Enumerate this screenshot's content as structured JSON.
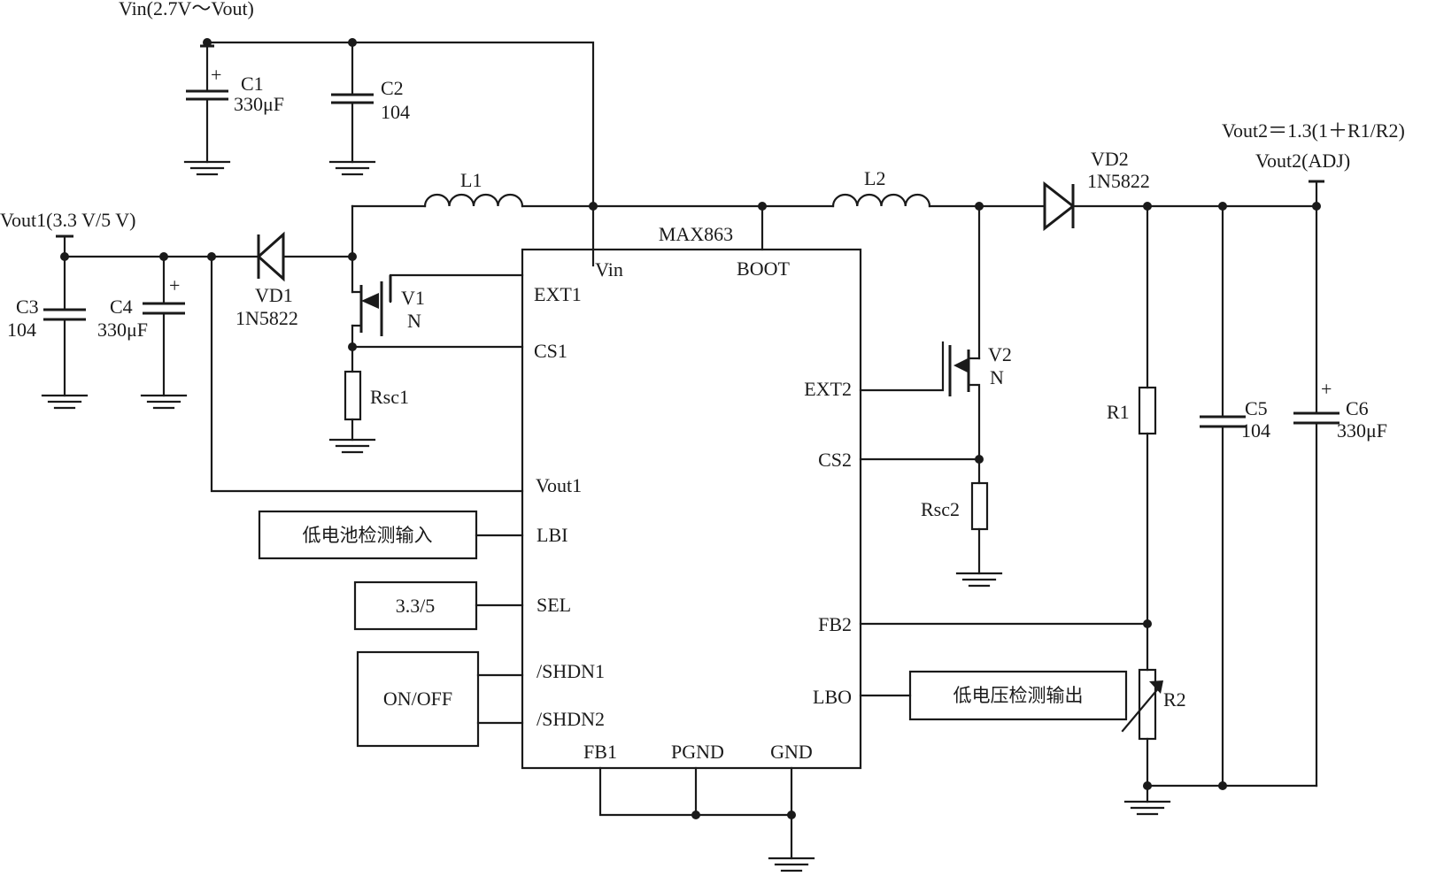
{
  "ic": {
    "name": "MAX863",
    "pins": {
      "vin": "Vin",
      "boot": "BOOT",
      "ext1": "EXT1",
      "cs1": "CS1",
      "vout1": "Vout1",
      "lbi": "LBI",
      "sel": "SEL",
      "shdn1": "/SHDN1",
      "shdn2": "/SHDN2",
      "fb1": "FB1",
      "pgnd": "PGND",
      "gnd": "GND",
      "ext2": "EXT2",
      "cs2": "CS2",
      "fb2": "FB2",
      "lbo": "LBO"
    }
  },
  "labels": {
    "vin": "Vin(2.7V～Vout)",
    "vout1": "Vout1(3.3 V/5 V)",
    "vout2_formula": "Vout2＝1.3(1＋R1/R2)",
    "vout2": "Vout2(ADJ)",
    "plus": "+"
  },
  "components": {
    "c1": {
      "name": "C1",
      "value": "330μF"
    },
    "c2": {
      "name": "C2",
      "value": "104"
    },
    "c3": {
      "name": "C3",
      "value": "104"
    },
    "c4": {
      "name": "C4",
      "value": "330μF"
    },
    "c5": {
      "name": "C5",
      "value": "104"
    },
    "c6": {
      "name": "C6",
      "value": "330μF"
    },
    "l1": {
      "name": "L1"
    },
    "l2": {
      "name": "L2"
    },
    "vd1": {
      "name": "VD1",
      "value": "1N5822"
    },
    "vd2": {
      "name": "VD2",
      "value": "1N5822"
    },
    "v1": {
      "name": "V1",
      "type": "N"
    },
    "v2": {
      "name": "V2",
      "type": "N"
    },
    "rsc1": {
      "name": "Rsc1"
    },
    "rsc2": {
      "name": "Rsc2"
    },
    "r1": {
      "name": "R1"
    },
    "r2": {
      "name": "R2"
    }
  },
  "boxes": {
    "lbi": "低电池检测输入",
    "sel": "3.3/5",
    "onoff": "ON/OFF",
    "lbo": "低电压检测输出"
  }
}
